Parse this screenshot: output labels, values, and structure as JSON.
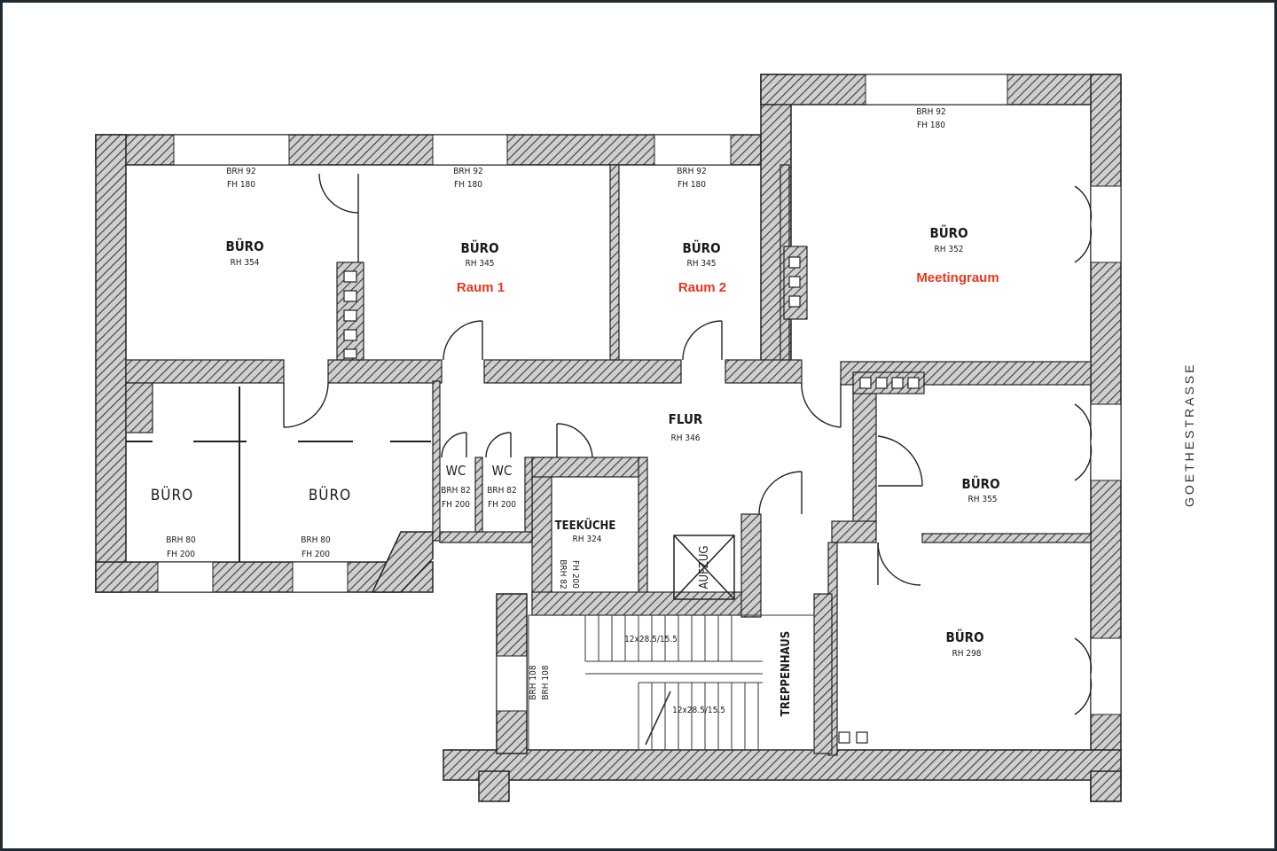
{
  "street": "GOETHESTRASSE",
  "rooms": {
    "r1": {
      "name": "BÜRO",
      "rh": "RH 354",
      "brh": "BRH 92",
      "fh": "FH 180"
    },
    "r2": {
      "name": "BÜRO",
      "rh": "RH 345",
      "brh": "BRH 92",
      "fh": "FH 180",
      "label": "Raum 1"
    },
    "r3": {
      "name": "BÜRO",
      "rh": "RH 345",
      "brh": "BRH 92",
      "fh": "FH 180",
      "label": "Raum 2"
    },
    "r4": {
      "name": "BÜRO",
      "rh": "RH 352",
      "brh": "BRH 92",
      "fh": "FH 180",
      "label": "Meetingraum"
    },
    "r5": {
      "name": "BÜRO",
      "brh": "BRH 80",
      "fh": "FH 200"
    },
    "r6": {
      "name": "BÜRO",
      "brh": "BRH 80",
      "fh": "FH 200"
    },
    "wc1": {
      "name": "WC",
      "brh": "BRH 82",
      "fh": "FH 200"
    },
    "wc2": {
      "name": "WC",
      "brh": "BRH 82",
      "fh": "FH 200"
    },
    "kitchen": {
      "name": "TEEKÜCHE",
      "rh": "RH 324",
      "brh": "BRH 82",
      "fh": "FH 200"
    },
    "flur": {
      "name": "FLUR",
      "rh": "RH 346"
    },
    "lift": {
      "name": "AUFZUG"
    },
    "r7": {
      "name": "BÜRO",
      "rh": "RH 355"
    },
    "r8": {
      "name": "BÜRO",
      "rh": "RH 298"
    },
    "stair": {
      "name": "TREPPENHAUS",
      "brh": "BRH 108",
      "brh2": "BRH 108",
      "steps1": "12x28.5/15.5",
      "steps2": "12x28.5/15.5"
    }
  },
  "accent_color": "#e8361c"
}
